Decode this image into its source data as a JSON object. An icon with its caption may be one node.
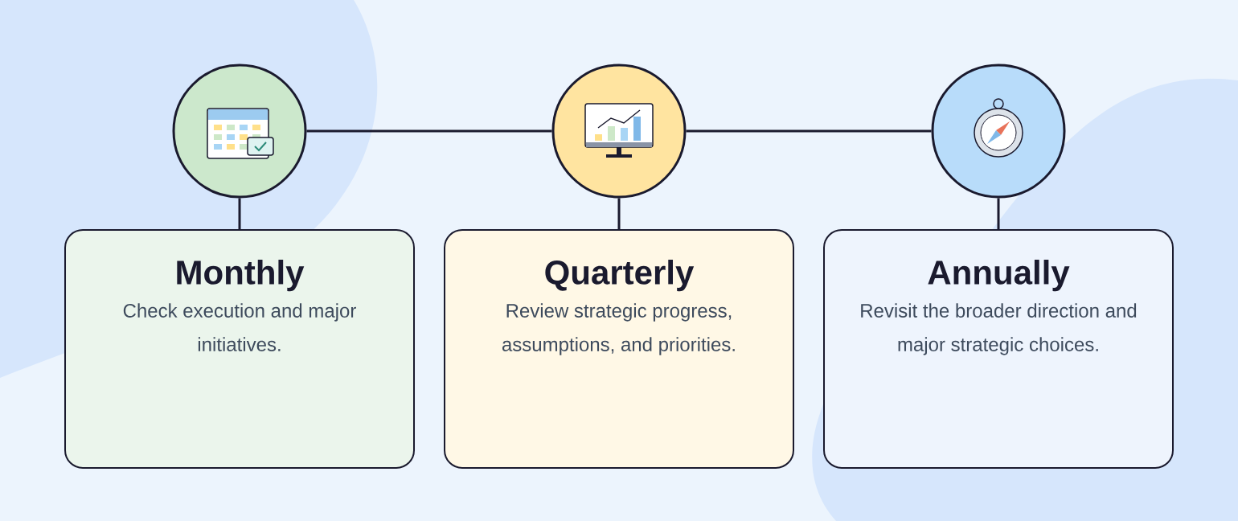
{
  "diagram": {
    "nodes": [
      {
        "text": [],
        "shape": "circle"
      },
      {
        "text": [],
        "shape": "circle"
      },
      {
        "text": [],
        "shape": "circle"
      },
      {
        "text": [
          "Monthly",
          "Check execution and major initiatives."
        ]
      },
      {
        "text": [
          "Quarterly",
          "Review strategic progress, assumptions, and priorities."
        ]
      },
      {
        "text": [
          "Annually",
          "Revisit the broader direction and major strategic choices."
        ]
      }
    ],
    "edges": [
      {
        "from": 0,
        "to": 1,
        "arrow": "none"
      },
      {
        "from": 1,
        "to": 2,
        "arrow": "none"
      },
      {
        "from": 0,
        "to": 3,
        "arrow": "none"
      },
      {
        "from": 1,
        "to": 4,
        "arrow": "none"
      },
      {
        "from": 2,
        "to": 5,
        "arrow": "none"
      }
    ]
  }
}
